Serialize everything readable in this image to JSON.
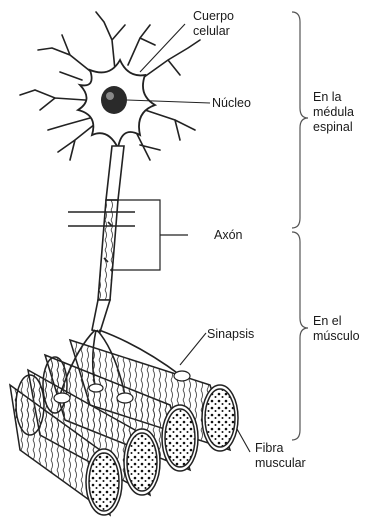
{
  "labels": {
    "cell_body": "Cuerpo\ncelular",
    "nucleus": "Núcleo",
    "axon": "Axón",
    "synapse": "Sinapsis",
    "muscle_fiber": "Fibra\nmuscular",
    "spinal_cord": "En la\nmédula\nespinal",
    "muscle": "En el\nmúsculo"
  },
  "colors": {
    "ink": "#1a1a1a",
    "stroke": "#222222",
    "fill": "#ffffff",
    "shade": "#d9d9d9"
  }
}
